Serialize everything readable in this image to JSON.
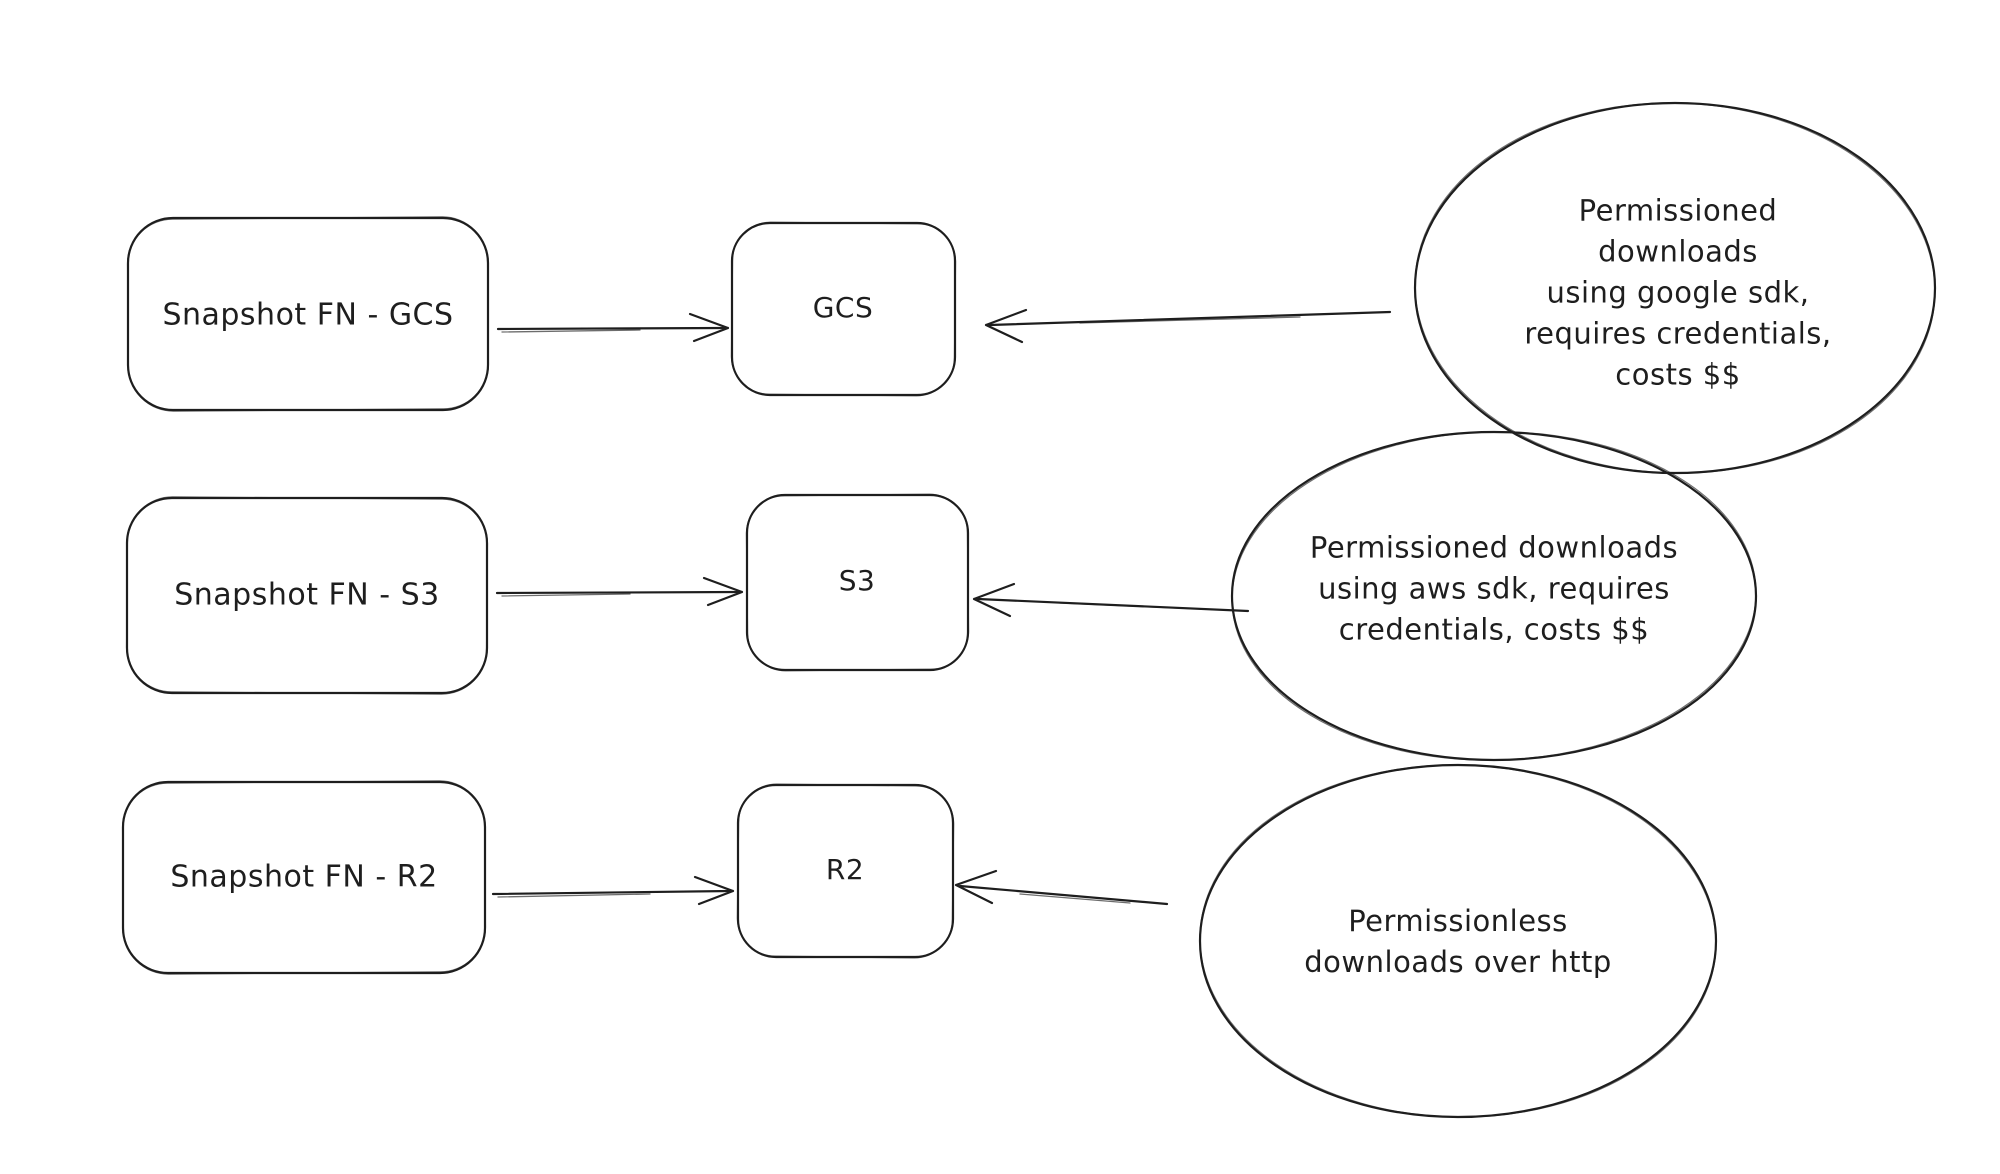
{
  "diagram": {
    "background_color": "#ffffff",
    "stroke_color": "#1e1e1e",
    "rows": [
      {
        "id": "gcs",
        "source_label": "Snapshot FN - GCS",
        "target_label": "GCS",
        "note": "Permissioned downloads\nusing google sdk,\nrequires credentials,\ncosts $$"
      },
      {
        "id": "s3",
        "source_label": "Snapshot FN - S3",
        "target_label": "S3",
        "note": "Permissioned downloads\nusing aws sdk, requires\ncredentials, costs $$"
      },
      {
        "id": "r2",
        "source_label": "Snapshot FN - R2",
        "target_label": "R2",
        "note": "Permissionless\ndownloads over http"
      }
    ]
  }
}
